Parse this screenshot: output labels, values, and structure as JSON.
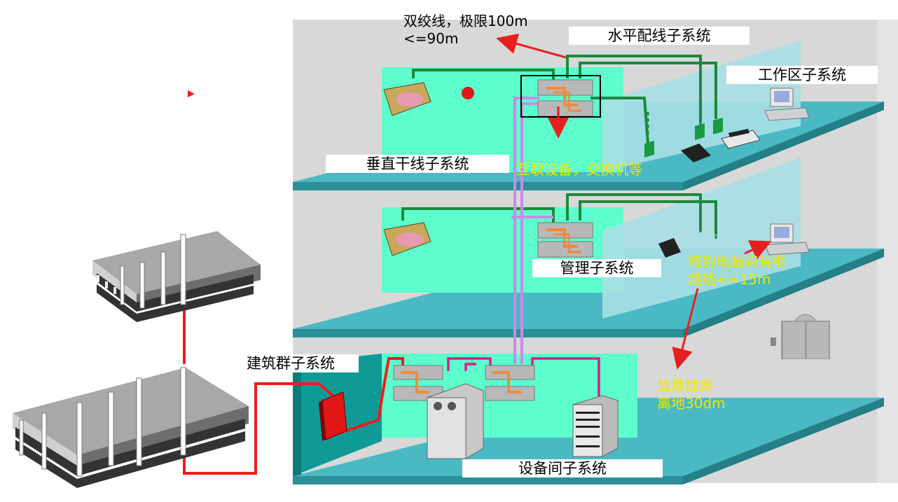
{
  "labels": {
    "twisted_pair": [
      "双绞线，极限100m",
      "<=90m"
    ],
    "horizontal": "水平配线子系统",
    "work_area": "工作区子系统",
    "backbone": "垂直干线子系统",
    "interconnect": "互联设备，交换机等",
    "management": "管理子系统",
    "jumper": [
      "墙到电脑间有根",
      "跳线<=15m"
    ],
    "campus": "建筑群子系统",
    "outlet": [
      "信息插座",
      "离地30dm"
    ],
    "equipment_room": "设备间子系统"
  },
  "colors": {
    "floor_top": "#4ab9c4",
    "floor_edge": "#2a8f99",
    "room": "#5efdcd",
    "wall": "#d8d8d8",
    "partition": "#a9dfe6",
    "green_cable": "#1a8a3c",
    "purple_cable": "#c98be8",
    "red_cable": "#ee1c1c",
    "magenta_cable": "#d81f86",
    "arrow_red": "#e62020",
    "yellow_text": "#f2e600"
  }
}
